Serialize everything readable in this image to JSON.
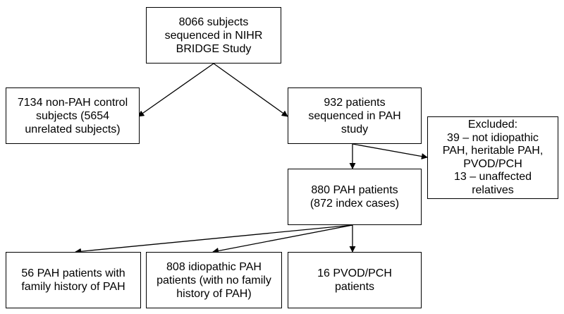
{
  "flowchart": {
    "boxes": {
      "total": "8066 subjects\nsequenced in NIHR\nBRIDGE Study",
      "control": "7134 non-PAH control\nsubjects (5654\nunrelated subjects)",
      "pah_study": "932 patients\nsequenced in PAH\nstudy",
      "excluded": "Excluded:\n39 – not idiopathic\nPAH, heritable PAH,\nPVOD/PCH\n13 – unaffected\nrelatives",
      "pah_880": "880 PAH patients\n(872 index cases)",
      "family_history": "56 PAH patients with\nfamily history of PAH",
      "idiopathic": "808 idiopathic PAH\npatients (with no family\nhistory of PAH)",
      "pvod": "16 PVOD/PCH\npatients"
    },
    "colors": {
      "line": "#000000",
      "box_border": "#000000",
      "background": "#ffffff"
    }
  }
}
